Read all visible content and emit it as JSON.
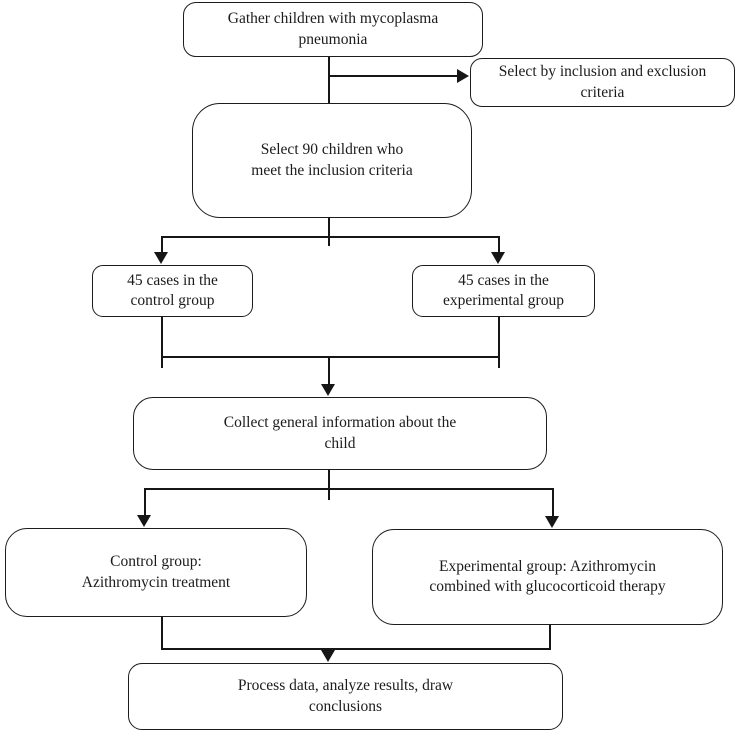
{
  "diagram": {
    "type": "flowchart",
    "nodes": {
      "gather": "Gather children with mycoplasma\npneumonia",
      "criteria": "Select by inclusion and exclusion\ncriteria",
      "select90": "Select 90 children who\nmeet the inclusion criteria",
      "control45": "45 cases in the\ncontrol group",
      "experimental45": "45 cases in the\nexperimental group",
      "collect": "Collect general information about the\nchild",
      "control_treatment": "Control group:\nAzithromycin treatment",
      "experimental_treatment": "Experimental group: Azithromycin\ncombined with glucocorticoid therapy",
      "process": "Process data, analyze results, draw\nconclusions"
    },
    "edges": [
      {
        "from": "gather",
        "to": "select90",
        "arrow": false
      },
      {
        "from": "gather",
        "to": "criteria",
        "arrow": true
      },
      {
        "from": "select90",
        "to": "control45",
        "arrow": true
      },
      {
        "from": "select90",
        "to": "experimental45",
        "arrow": true
      },
      {
        "from": "control45",
        "to": "collect",
        "arrow": true
      },
      {
        "from": "experimental45",
        "to": "collect",
        "arrow": true
      },
      {
        "from": "collect",
        "to": "control_treatment",
        "arrow": true
      },
      {
        "from": "collect",
        "to": "experimental_treatment",
        "arrow": true
      },
      {
        "from": "control_treatment",
        "to": "process",
        "arrow": true
      },
      {
        "from": "experimental_treatment",
        "to": "process",
        "arrow": true
      }
    ],
    "colors": {
      "background": "#ffffff",
      "box_fill": "#ffffff",
      "box_border": "#1c1c1c",
      "line": "#161616",
      "text": "#1b1b1b"
    }
  }
}
